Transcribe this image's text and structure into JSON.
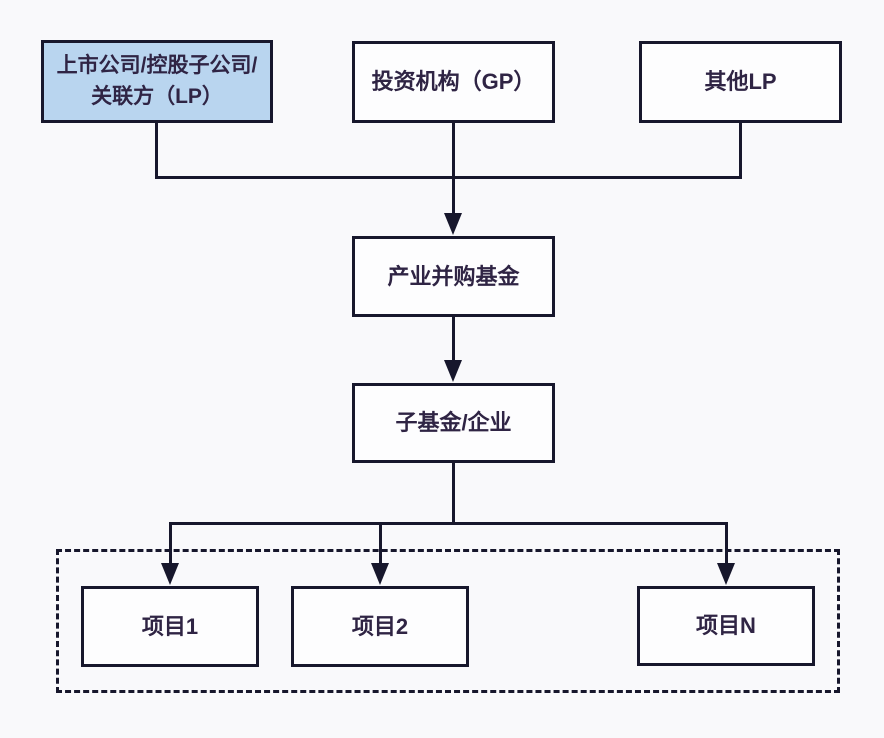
{
  "diagram": {
    "type": "flowchart",
    "nodes": {
      "lp": {
        "label": "上市公司/控股子公司/关联方（LP）",
        "highlighted": true
      },
      "gp": {
        "label": "投资机构（GP）",
        "highlighted": false
      },
      "other_lp": {
        "label": "其他LP",
        "highlighted": false
      },
      "fund": {
        "label": "产业并购基金",
        "highlighted": false
      },
      "subfund": {
        "label": "子基金/企业",
        "highlighted": false
      },
      "project1": {
        "label": "项目1",
        "highlighted": false
      },
      "project2": {
        "label": "项目2",
        "highlighted": false
      },
      "projectN": {
        "label": "项目N",
        "highlighted": false
      }
    },
    "edges": [
      {
        "from": "lp",
        "to": "fund"
      },
      {
        "from": "gp",
        "to": "fund"
      },
      {
        "from": "other_lp",
        "to": "fund"
      },
      {
        "from": "fund",
        "to": "subfund"
      },
      {
        "from": "subfund",
        "to": "project1"
      },
      {
        "from": "subfund",
        "to": "project2"
      },
      {
        "from": "subfund",
        "to": "projectN"
      }
    ],
    "groups": [
      {
        "name": "projects-group",
        "style": "dashed",
        "members": [
          "project1",
          "project2",
          "projectN"
        ]
      }
    ],
    "colors": {
      "background": "#f9f9fb",
      "node_fill": "#fdfdfe",
      "highlight_fill": "#b9d5ef",
      "border": "#17172c",
      "text": "#2f2444"
    }
  }
}
